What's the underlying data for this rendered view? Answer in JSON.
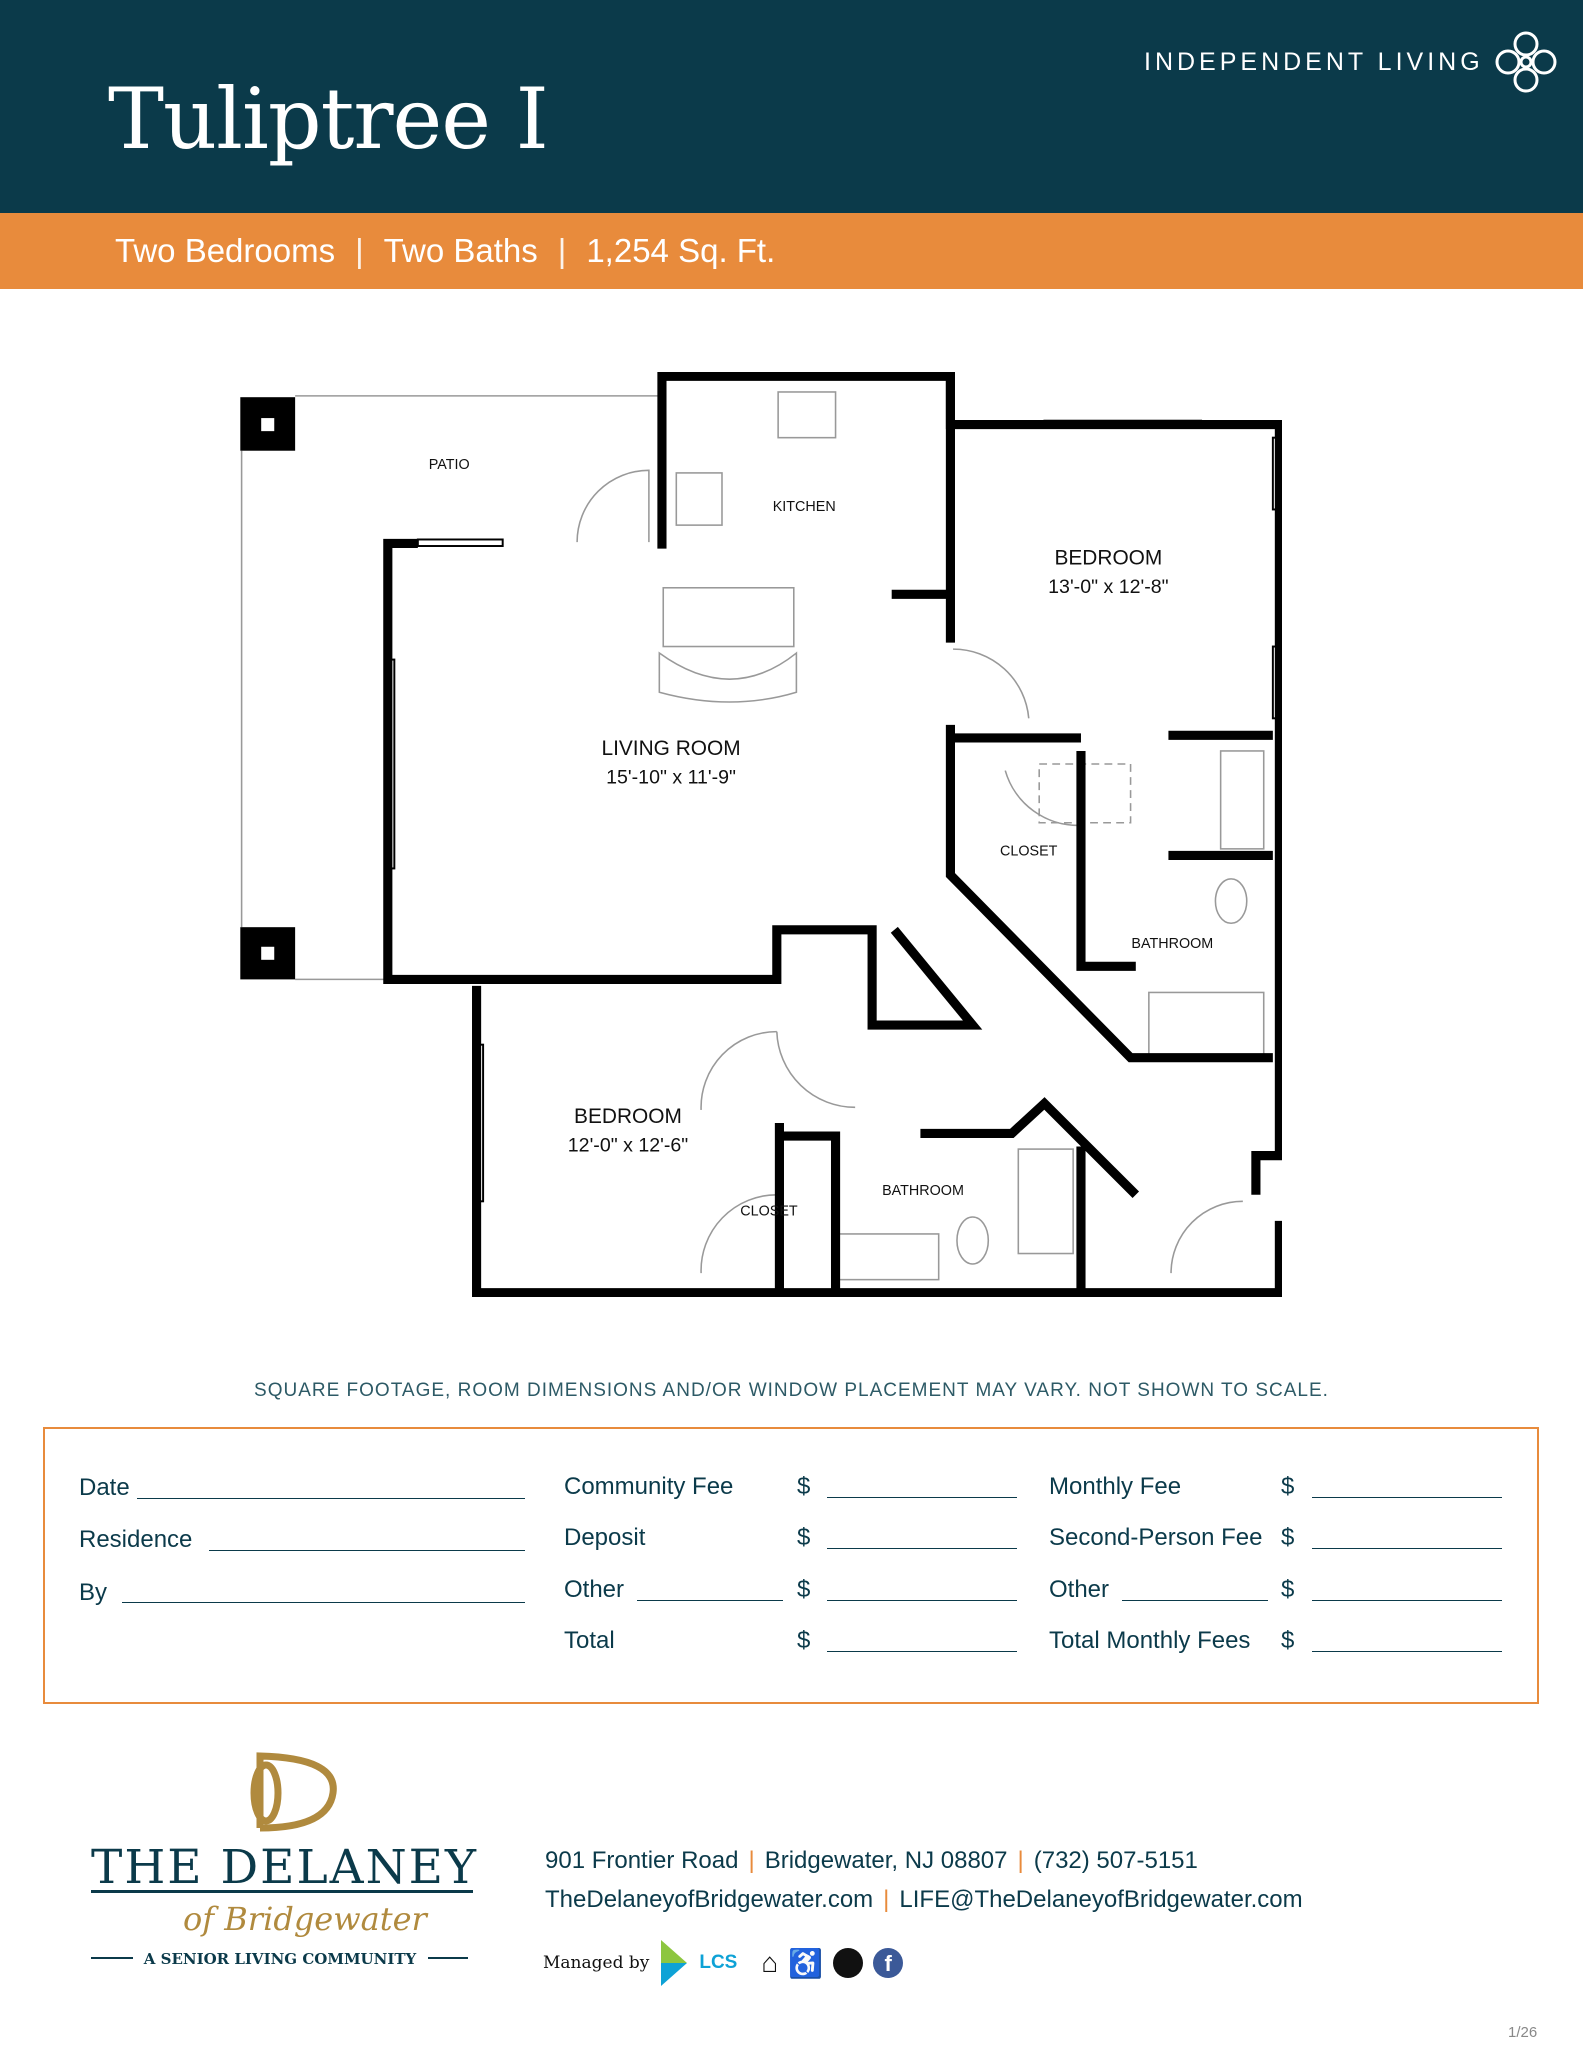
{
  "header": {
    "title": "Tuliptree I",
    "category": "INDEPENDENT LIVING",
    "logo_icon": "celtic-knot-icon"
  },
  "specs": {
    "bedrooms": "Two Bedrooms",
    "baths": "Two Baths",
    "area": "1,254 Sq. Ft."
  },
  "plan": {
    "patio": "PATIO",
    "kitchen": "KITCHEN",
    "bedroom1": {
      "name": "BEDROOM",
      "dims": "13'-0\" x 12'-8\""
    },
    "living": {
      "name": "LIVING ROOM",
      "dims": "15'-10\" x 11'-9\""
    },
    "closet1": "CLOSET",
    "bath1": "BATHROOM",
    "bedroom2": {
      "name": "BEDROOM",
      "dims": "12'-0\" x 12'-6\""
    },
    "closet2": "CLOSET",
    "bath2": "BATHROOM"
  },
  "disclaimer": "SQUARE FOOTAGE, ROOM DIMENSIONS AND/OR WINDOW PLACEMENT MAY VARY. NOT SHOWN TO SCALE.",
  "form": {
    "date": "Date",
    "residence": "Residence",
    "by": "By",
    "community_fee": "Community Fee",
    "deposit": "Deposit",
    "other": "Other",
    "total": "Total",
    "monthly_fee": "Monthly Fee",
    "second_person_fee": "Second-Person Fee",
    "other2": "Other",
    "total_monthly": "Total Monthly Fees",
    "currency": "$"
  },
  "footer": {
    "logo": {
      "the_delaney": "THE DELANEY",
      "of": "of Bridgewater",
      "tagline": "A SENIOR LIVING COMMUNITY"
    },
    "address": "901 Frontier Road",
    "city": "Bridgewater, NJ 08807",
    "phone": "(732) 507-5151",
    "website": "TheDelaneyofBridgewater.com",
    "email": "LIFE@TheDelaneyofBridgewater.com",
    "managed_by": "Managed by",
    "lcs": "LCS",
    "icons": [
      "equal-housing-icon",
      "accessibility-icon",
      "seal-icon",
      "facebook-icon"
    ]
  },
  "page": "1/26",
  "colors": {
    "navy": "#0b3a4a",
    "orange": "#e88b3c",
    "gold": "#b08a3e"
  }
}
